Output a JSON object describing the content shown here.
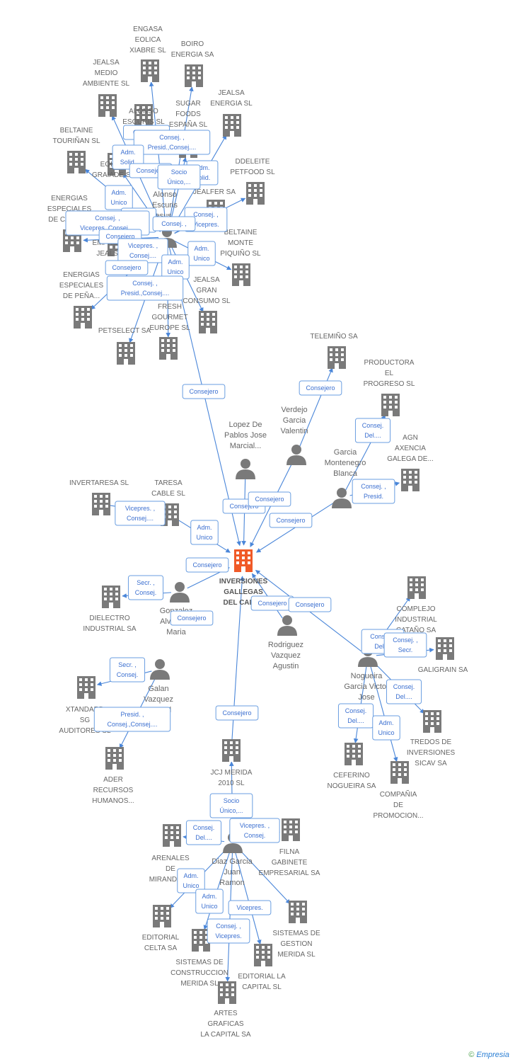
{
  "colors": {
    "edge": "#4a86d9",
    "building": "#7a7a7a",
    "center_building": "#f05a28",
    "person": "#7a7a7a"
  },
  "nodes": [
    {
      "id": "inv",
      "lines": [
        "INVERSIONES",
        "GALLEGAS",
        "DEL CABLE"
      ],
      "kind": "center",
      "icon": "building-icon"
    },
    {
      "id": "engasa",
      "lines": [
        "ENGASA",
        "EOLICA",
        "XIABRE SL"
      ],
      "kind": "company",
      "icon": "building-icon"
    },
    {
      "id": "boiro",
      "lines": [
        "BOIRO",
        "ENERGIA SA"
      ],
      "kind": "company",
      "icon": "building-icon"
    },
    {
      "id": "jmedio",
      "lines": [
        "JEALSA",
        "MEDIO",
        "AMBIENTE SL"
      ],
      "kind": "company",
      "icon": "building-icon"
    },
    {
      "id": "alonsoesc",
      "lines": [
        "ALONSO",
        "ESCURIS SL"
      ],
      "kind": "company",
      "icon": "building-icon"
    },
    {
      "id": "sugar",
      "lines": [
        "SUGAR",
        "FOODS",
        "ESPAÑA  SL"
      ],
      "kind": "company",
      "icon": "building-icon"
    },
    {
      "id": "jenergia",
      "lines": [
        "JEALSA",
        "ENERGIA SL"
      ],
      "kind": "company",
      "icon": "building-icon"
    },
    {
      "id": "beltour",
      "lines": [
        "BELTAINE",
        "TOURIÑAN SL"
      ],
      "kind": "company",
      "icon": "building-icon"
    },
    {
      "id": "eolgraiade",
      "lines": [
        "EOLICA",
        "GRAIADE SL"
      ],
      "kind": "company",
      "icon": "building-icon"
    },
    {
      "id": "ddeleite",
      "lines": [
        "DDELEITE",
        "PETFOOD  SL"
      ],
      "kind": "company",
      "icon": "building-icon"
    },
    {
      "id": "enercare",
      "lines": [
        "ENERGIAS",
        "ESPECIALES",
        "DE CAREON"
      ],
      "kind": "company",
      "icon": "building-icon"
    },
    {
      "id": "jealfer",
      "lines": [
        "JEALFER SA"
      ],
      "kind": "company",
      "icon": "building-icon"
    },
    {
      "id": "beltmonte",
      "lines": [
        "BELTAINE",
        "MONTE",
        "PIQUIÑO SL"
      ],
      "kind": "company",
      "icon": "building-icon"
    },
    {
      "id": "jempresa",
      "lines": [
        "EMPRESA",
        "JEALSA"
      ],
      "kind": "company",
      "icon": "building-icon"
    },
    {
      "id": "enerpena",
      "lines": [
        "ENERGIAS",
        "ESPECIALES",
        "DE PEÑA..."
      ],
      "kind": "company",
      "icon": "building-icon"
    },
    {
      "id": "jgran",
      "lines": [
        "JEALSA",
        "GRAN",
        "CONSUMO SL"
      ],
      "kind": "company",
      "icon": "building-icon"
    },
    {
      "id": "fresh",
      "lines": [
        "FRESH",
        "GOURMET",
        "EUROPE SL"
      ],
      "kind": "company",
      "icon": "building-icon"
    },
    {
      "id": "petselect",
      "lines": [
        "PETSELECT SA"
      ],
      "kind": "company",
      "icon": "building-icon"
    },
    {
      "id": "alonsop",
      "lines": [
        "Alonso",
        "Escuris",
        "Jesus..."
      ],
      "kind": "person",
      "icon": "person-icon"
    },
    {
      "id": "telemino",
      "lines": [
        "TELEMIÑO SA"
      ],
      "kind": "company",
      "icon": "building-icon"
    },
    {
      "id": "productora",
      "lines": [
        "PRODUCTORA",
        "EL",
        "PROGRESO SL"
      ],
      "kind": "company",
      "icon": "building-icon"
    },
    {
      "id": "verdejo",
      "lines": [
        "Verdejo",
        "Garcia",
        "Valentin"
      ],
      "kind": "person",
      "icon": "person-icon"
    },
    {
      "id": "lopez",
      "lines": [
        "Lopez De",
        "Pablos Jose",
        "Marcial..."
      ],
      "kind": "person",
      "icon": "person-icon"
    },
    {
      "id": "agn",
      "lines": [
        "AGN",
        "AXENCIA",
        "GALEGA DE..."
      ],
      "kind": "company",
      "icon": "building-icon"
    },
    {
      "id": "montenegro",
      "lines": [
        "Garcia",
        "Montenegro",
        "Blanca"
      ],
      "kind": "person",
      "icon": "person-icon"
    },
    {
      "id": "invertaresa",
      "lines": [
        "INVERTARESA SL"
      ],
      "kind": "company",
      "icon": "building-icon"
    },
    {
      "id": "taresa",
      "lines": [
        "TARESA",
        "CABLE SL"
      ],
      "kind": "company",
      "icon": "building-icon"
    },
    {
      "id": "dielectro",
      "lines": [
        "DIELECTRO",
        "INDUSTRIAL SA"
      ],
      "kind": "company",
      "icon": "building-icon"
    },
    {
      "id": "gonzalez",
      "lines": [
        "Gonzalez",
        "Alvarez...",
        "Maria"
      ],
      "kind": "person",
      "icon": "person-icon"
    },
    {
      "id": "complejo",
      "lines": [
        "COMPLEJO",
        "INDUSTRIAL",
        "CATAÑO SA"
      ],
      "kind": "company",
      "icon": "building-icon"
    },
    {
      "id": "rodriguez",
      "lines": [
        "Rodriguez",
        "Vazquez",
        "Agustin"
      ],
      "kind": "person",
      "icon": "person-icon"
    },
    {
      "id": "galigrain",
      "lines": [
        "GALIGRAIN SA"
      ],
      "kind": "company",
      "icon": "building-icon"
    },
    {
      "id": "galan",
      "lines": [
        "Galan",
        "Vazquez",
        "Manuel"
      ],
      "kind": "person",
      "icon": "person-icon"
    },
    {
      "id": "nogueira",
      "lines": [
        "Nogueira",
        "Garcia Victor",
        "Jose"
      ],
      "kind": "person",
      "icon": "person-icon"
    },
    {
      "id": "xtandard",
      "lines": [
        "XTANDARD",
        "SG",
        "AUDITORES SL"
      ],
      "kind": "company",
      "icon": "building-icon"
    },
    {
      "id": "tredos",
      "lines": [
        "TREDOS DE",
        "INVERSIONES",
        "SICAV SA"
      ],
      "kind": "company",
      "icon": "building-icon"
    },
    {
      "id": "ader",
      "lines": [
        "ADER",
        "RECURSOS",
        "HUMANOS..."
      ],
      "kind": "company",
      "icon": "building-icon"
    },
    {
      "id": "ceferino",
      "lines": [
        "CEFERINO",
        "NOGUEIRA SA"
      ],
      "kind": "company",
      "icon": "building-icon"
    },
    {
      "id": "compania",
      "lines": [
        "COMPAÑIA",
        "DE",
        "PROMOCION..."
      ],
      "kind": "company",
      "icon": "building-icon"
    },
    {
      "id": "jcj",
      "lines": [
        "JCJ MERIDA",
        "2010 SL"
      ],
      "kind": "company",
      "icon": "building-icon"
    },
    {
      "id": "arenales",
      "lines": [
        "ARENALES",
        "DE",
        "MIRANDA SL"
      ],
      "kind": "company",
      "icon": "building-icon"
    },
    {
      "id": "filna",
      "lines": [
        "FILNA",
        "GABINETE",
        "EMPRESARIAL SA"
      ],
      "kind": "company",
      "icon": "building-icon"
    },
    {
      "id": "diaz",
      "lines": [
        "Diaz Garcia",
        "Juan",
        "Ramon"
      ],
      "kind": "person",
      "icon": "person-icon"
    },
    {
      "id": "editcelta",
      "lines": [
        "EDITORIAL",
        "CELTA SA"
      ],
      "kind": "company",
      "icon": "building-icon"
    },
    {
      "id": "sistgest",
      "lines": [
        "SISTEMAS DE",
        "GESTION",
        "MERIDA SL"
      ],
      "kind": "company",
      "icon": "building-icon"
    },
    {
      "id": "sistcons",
      "lines": [
        "SISTEMAS DE",
        "CONSTRUCCION",
        "MERIDA SL"
      ],
      "kind": "company",
      "icon": "building-icon"
    },
    {
      "id": "editcap",
      "lines": [
        "EDITORIAL LA",
        "CAPITAL SL"
      ],
      "kind": "company",
      "icon": "building-icon"
    },
    {
      "id": "artes",
      "lines": [
        "ARTES",
        "GRAFICAS",
        "LA CAPITAL SA"
      ],
      "kind": "company",
      "icon": "building-icon"
    }
  ],
  "edges": [
    {
      "from": "alonsop",
      "to": "inv",
      "label": [
        "Consejero"
      ]
    },
    {
      "from": "lopez",
      "to": "inv",
      "label": [
        "Consejero"
      ]
    },
    {
      "from": "verdejo",
      "to": "inv",
      "label": [
        "Consejero"
      ]
    },
    {
      "from": "montenegro",
      "to": "inv",
      "label": [
        "Consejero"
      ]
    },
    {
      "from": "gonzalez",
      "to": "inv",
      "label": [
        "Consejero"
      ]
    },
    {
      "from": "rodriguez",
      "to": "inv",
      "label": [
        "Consejero"
      ]
    },
    {
      "from": "nogueira",
      "to": "inv",
      "label": [
        "Consejero"
      ]
    },
    {
      "from": "jcj",
      "to": "inv",
      "label": [
        "Consejero"
      ]
    },
    {
      "from": "verdejo",
      "to": "telemino",
      "label": [
        "Consejero"
      ]
    },
    {
      "from": "montenegro",
      "to": "productora",
      "label": [
        "Consejero"
      ]
    },
    {
      "from": "montenegro",
      "to": "agn",
      "label": [
        "Consej.",
        "Del...."
      ]
    },
    {
      "from": "taresa",
      "to": "inv",
      "label": [
        "Consej. ,",
        "Presid."
      ]
    },
    {
      "from": "invertaresa",
      "to": "taresa",
      "label": [
        "Adm.",
        "Unico"
      ]
    },
    {
      "from": "gonzalez",
      "to": "dielectro",
      "label": [
        "Vicepres. ,",
        "Consej...."
      ]
    },
    {
      "from": "galan",
      "to": "xtandard",
      "label": [
        "Secr. ,",
        "Consej."
      ]
    },
    {
      "from": "galan",
      "to": "ader",
      "label": [
        "Secr. ,",
        "Consej."
      ]
    },
    {
      "from": "nogueira",
      "to": "complejo",
      "label": [
        "Presid. ,",
        "Consej.,Consej...."
      ]
    },
    {
      "from": "nogueira",
      "to": "galigrain",
      "label": [
        "Consej. ,",
        "Del...."
      ]
    },
    {
      "from": "nogueira",
      "to": "tredos",
      "label": [
        "Consej. ,",
        "Secr."
      ]
    },
    {
      "from": "nogueira",
      "to": "ceferino",
      "label": [
        "Consej.",
        "Del...."
      ]
    },
    {
      "from": "nogueira",
      "to": "compania",
      "label": [
        "Consej.",
        "Del...."
      ]
    },
    {
      "from": "diaz",
      "to": "jcj",
      "label": [
        "Adm.",
        "Unico"
      ]
    },
    {
      "from": "diaz",
      "to": "arenales",
      "label": [
        "Socio",
        "Único,..."
      ]
    },
    {
      "from": "diaz",
      "to": "filna",
      "label": [
        "Consej.",
        "Del...."
      ]
    },
    {
      "from": "diaz",
      "to": "editcelta",
      "label": [
        "Vicepres. ,",
        "Consej."
      ]
    },
    {
      "from": "diaz",
      "to": "sistgest",
      "label": [
        "Adm.",
        "Unico"
      ]
    },
    {
      "from": "diaz",
      "to": "sistcons",
      "label": [
        "Adm.",
        "Unico"
      ]
    },
    {
      "from": "diaz",
      "to": "editcap",
      "label": [
        "Vicepres."
      ]
    },
    {
      "from": "diaz",
      "to": "artes",
      "label": [
        "Consej. ,",
        "Vicepres."
      ]
    },
    {
      "from": "alonsop",
      "to": "engasa",
      "label": [
        "Consej...."
      ]
    },
    {
      "from": "alonsop",
      "to": "boiro",
      "label": [
        "Consej. ,",
        "Presid.,Consej...."
      ]
    },
    {
      "from": "alonsop",
      "to": "jmedio",
      "label": [
        "Adm.",
        "Solid."
      ]
    },
    {
      "from": "alonsop",
      "to": "jenergia",
      "label": [
        "Adm.",
        "Solid."
      ]
    },
    {
      "from": "alonsop",
      "to": "eolgraiade",
      "label": [
        "Consejero"
      ]
    },
    {
      "from": "alonsop",
      "to": "sugar",
      "label": [
        "Socio",
        "Único,..."
      ]
    },
    {
      "from": "alonsop",
      "to": "beltour",
      "label": [
        "Adm.",
        "Unico"
      ]
    },
    {
      "from": "alonsop",
      "to": "enercare",
      "label": [
        "Consej.",
        "Del...."
      ]
    },
    {
      "from": "alonsop",
      "to": "jealfer",
      "label": [
        "Consej. ,",
        "Vicepres."
      ]
    },
    {
      "from": "alonsop",
      "to": "jempresa",
      "label": [
        "Consej. ,",
        "Vicepres.,Consej...."
      ]
    },
    {
      "from": "alonsop",
      "to": "jempresa",
      "label": [
        "Consejero"
      ]
    },
    {
      "from": "alonsop",
      "to": "fresh",
      "label": [
        "Vicepres. ,",
        "Consej...."
      ]
    },
    {
      "from": "alonsop",
      "to": "beltmonte",
      "label": [
        "Adm.",
        "Unico"
      ]
    },
    {
      "from": "alonsop",
      "to": "enerpena",
      "label": [
        "Consejero"
      ]
    },
    {
      "from": "alonsop",
      "to": "jgran",
      "label": [
        "Adm.",
        "Unico"
      ]
    },
    {
      "from": "alonsop",
      "to": "petselect",
      "label": [
        "Consej. ,",
        "Presid.,Consej...."
      ]
    },
    {
      "from": "alonsop",
      "to": "ddeleite",
      "label": [
        "Consej. ,"
      ]
    }
  ],
  "footer": {
    "copyright": "©",
    "brand": "Empresia"
  }
}
